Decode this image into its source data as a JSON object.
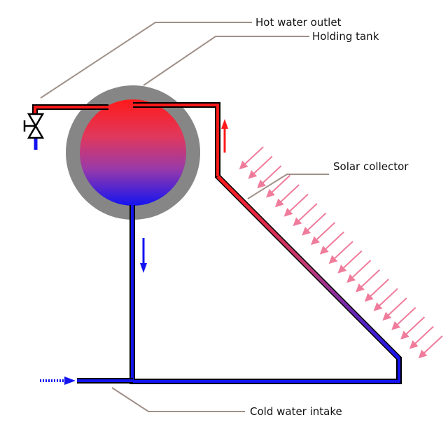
{
  "labels": {
    "hot_water_outlet": "Hot water outlet",
    "holding_tank": "Holding tank",
    "solar_collector": "Solar collector",
    "cold_water_intake": "Cold water intake"
  },
  "colors": {
    "hot": "#ff1a1a",
    "cold": "#1010ee",
    "insulation": "#868686",
    "sun_rays": "#f07c9c",
    "leader": "#a09088"
  }
}
